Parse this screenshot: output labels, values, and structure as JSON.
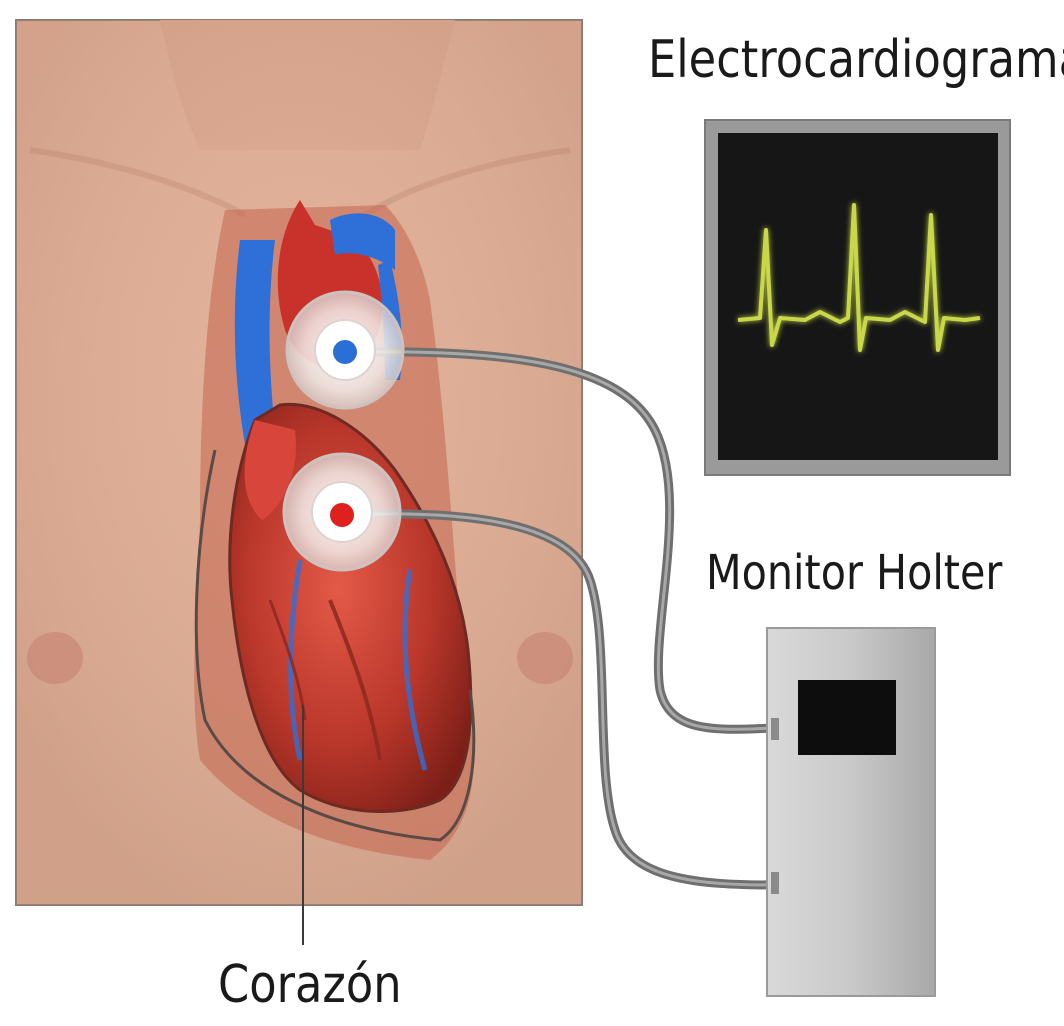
{
  "labels": {
    "ecg": "Electrocardiograma",
    "holter": "Monitor Holter",
    "heart": "Corazón"
  },
  "colors": {
    "skin": "#e8b9a0",
    "heart_red": "#c0392b",
    "vein_blue": "#2f6fd8",
    "ecg_trace": "#c9d84a",
    "screen_bg": "#161616",
    "device_grey": "#c8c8c8",
    "electrode_top_dot": "#2a6fd6",
    "electrode_bottom_dot": "#e01f1f"
  }
}
